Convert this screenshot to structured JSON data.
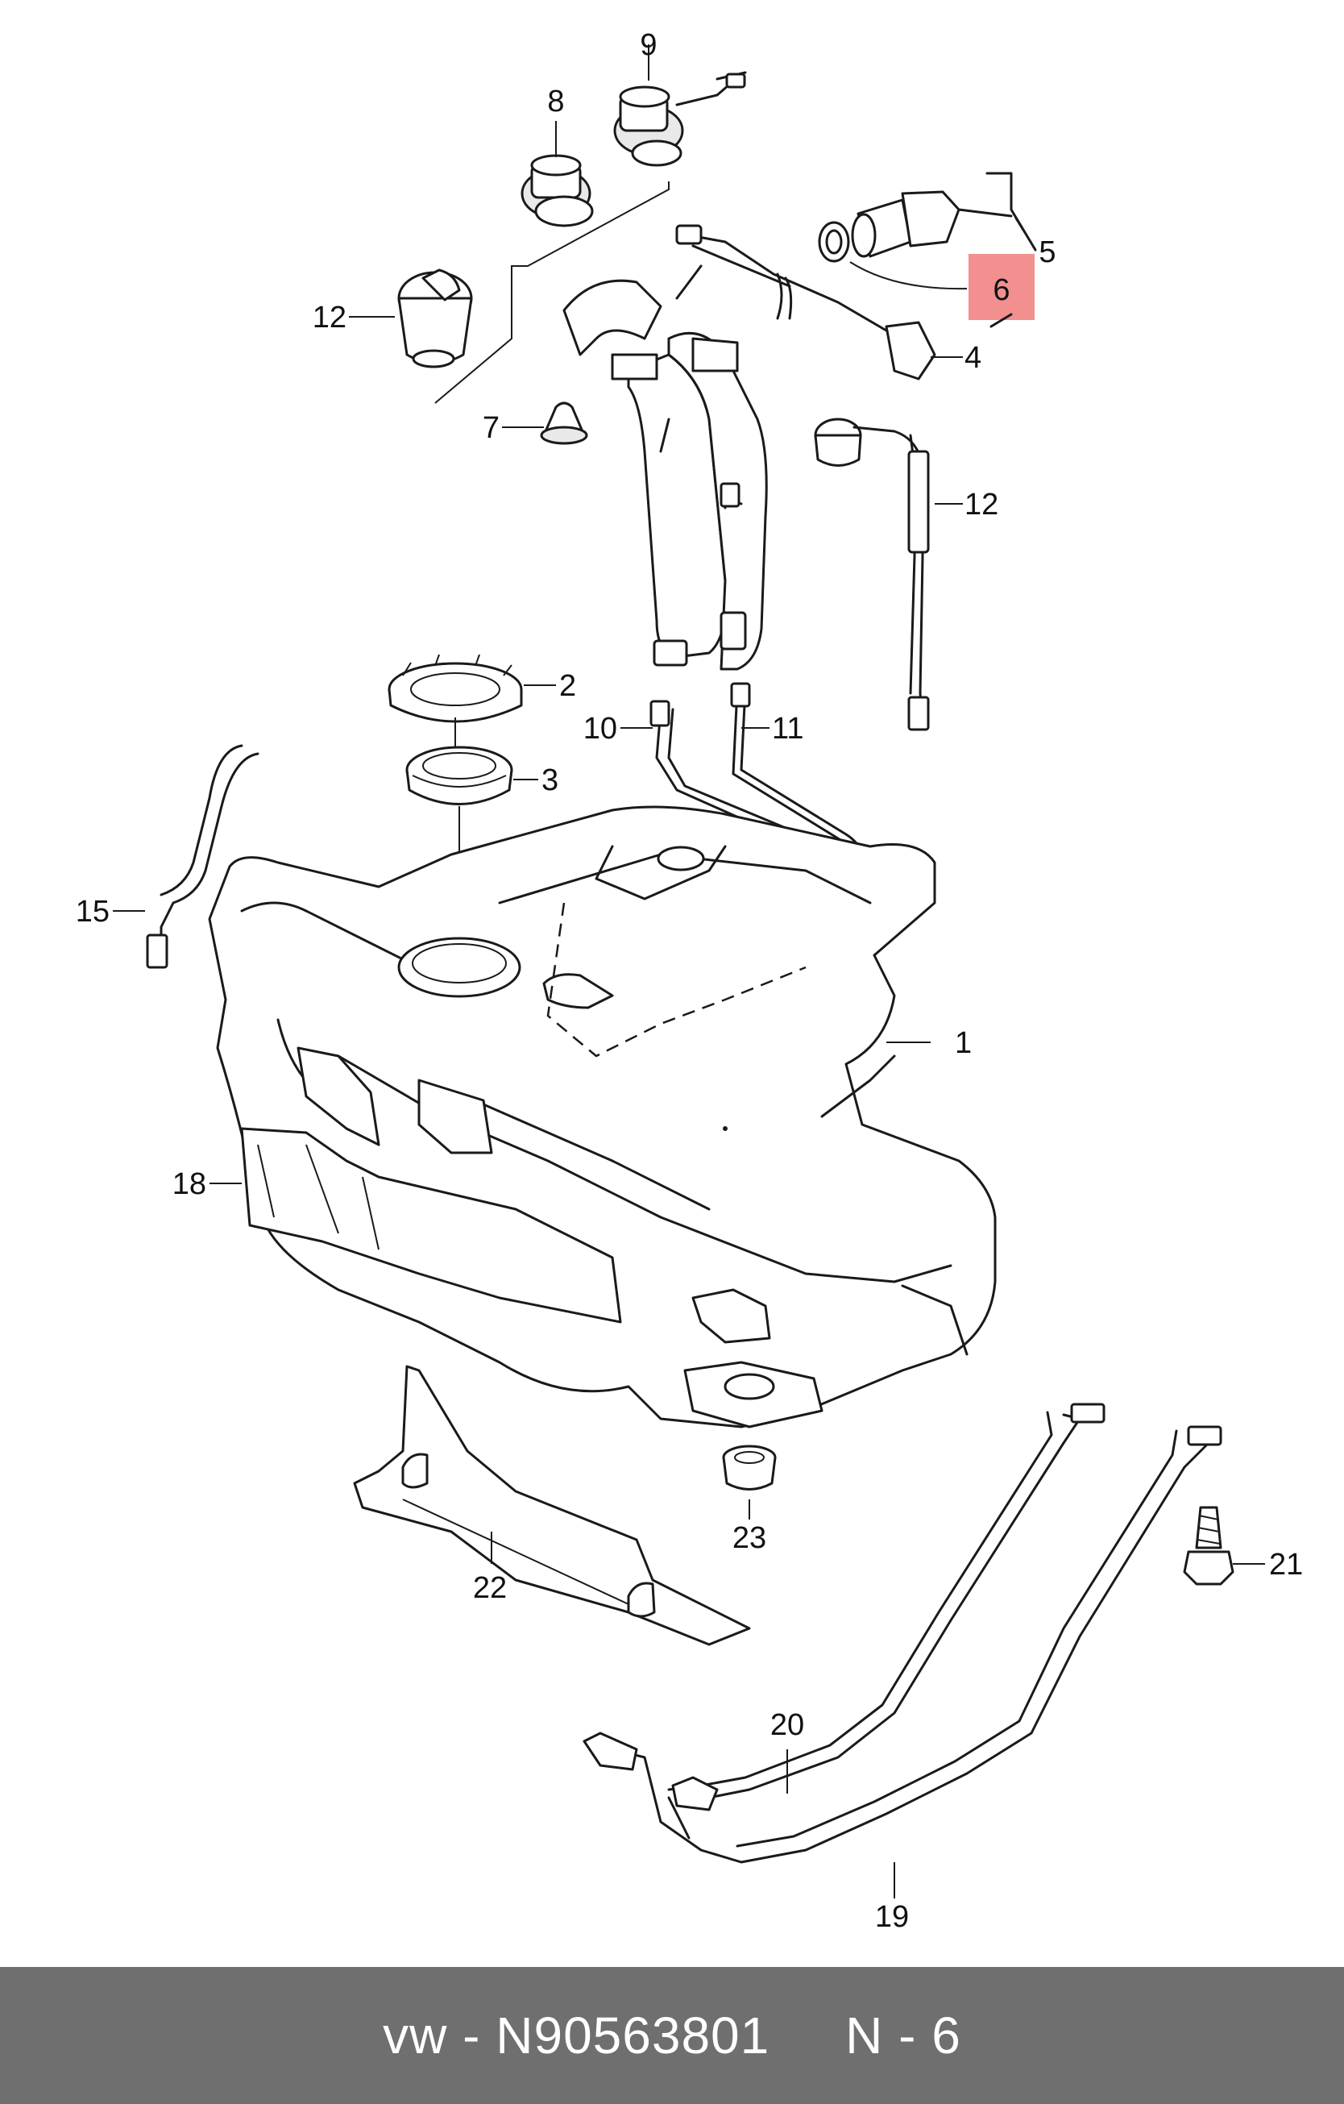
{
  "diagram": {
    "highlighted_part": "6",
    "callouts": [
      {
        "id": "c1",
        "text": "1"
      },
      {
        "id": "c2",
        "text": "2"
      },
      {
        "id": "c3",
        "text": "3"
      },
      {
        "id": "c4",
        "text": "4"
      },
      {
        "id": "c5",
        "text": "5"
      },
      {
        "id": "c6",
        "text": "6"
      },
      {
        "id": "c7",
        "text": "7"
      },
      {
        "id": "c8",
        "text": "8"
      },
      {
        "id": "c9",
        "text": "9"
      },
      {
        "id": "c10",
        "text": "10"
      },
      {
        "id": "c11",
        "text": "11"
      },
      {
        "id": "c12a",
        "text": "12"
      },
      {
        "id": "c12b",
        "text": "12"
      },
      {
        "id": "c15",
        "text": "15"
      },
      {
        "id": "c18",
        "text": "18"
      },
      {
        "id": "c19",
        "text": "19"
      },
      {
        "id": "c20",
        "text": "20"
      },
      {
        "id": "c21",
        "text": "21"
      },
      {
        "id": "c22",
        "text": "22"
      },
      {
        "id": "c23",
        "text": "23"
      }
    ],
    "colors": {
      "highlight": "#f07b7b",
      "footer_bg": "#6f6f6f",
      "footer_text": "#ffffff"
    }
  },
  "footer": {
    "brand": "vw",
    "separator": " - ",
    "part_number": "N90563801",
    "position_label": "N - 6"
  }
}
